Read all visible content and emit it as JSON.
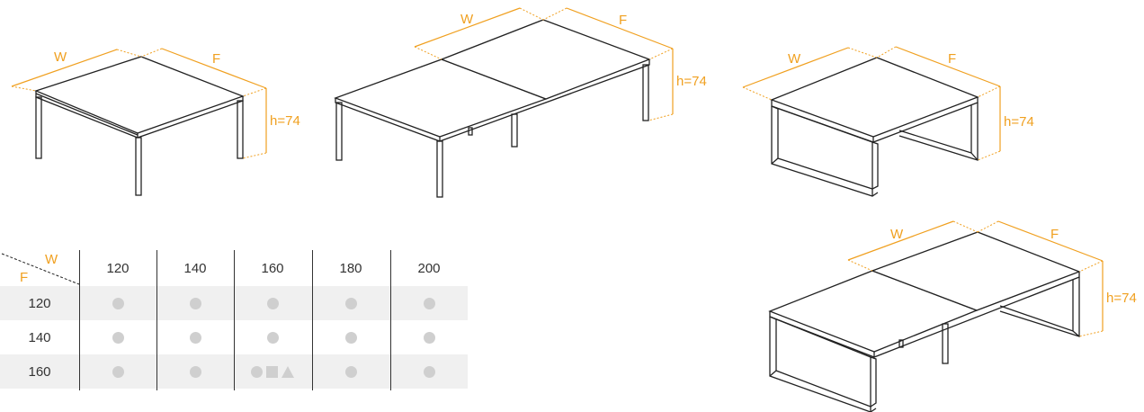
{
  "colors": {
    "accent": "#f0a020",
    "line": "#222222",
    "marker": "#cfcfcf",
    "row_shade": "#f0f0f0"
  },
  "diagrams": {
    "single_leg": {
      "width_label": "W",
      "depth_label": "F",
      "height_label": "h=74"
    },
    "double_leg": {
      "width_label": "W",
      "depth_label": "F",
      "height_label": "h=74"
    },
    "single_loop": {
      "width_label": "W",
      "depth_label": "F",
      "height_label": "h=74"
    },
    "double_loop": {
      "width_label": "W",
      "depth_label": "F",
      "height_label": "h=74"
    }
  },
  "matrix": {
    "corner_w": "W",
    "corner_f": "F",
    "columns": [
      "120",
      "140",
      "160",
      "180",
      "200"
    ],
    "rows": [
      {
        "label": "120",
        "cells": [
          "circle",
          "circle",
          "circle",
          "circle",
          "circle"
        ]
      },
      {
        "label": "140",
        "cells": [
          "circle",
          "circle",
          "circle",
          "circle",
          "circle"
        ]
      },
      {
        "label": "160",
        "cells": [
          "circle",
          "circle",
          "circle-square-triangle",
          "circle",
          "circle"
        ]
      }
    ]
  },
  "icons": {
    "single": "circle-icon",
    "square": "square-icon",
    "triangle": "triangle-icon"
  }
}
